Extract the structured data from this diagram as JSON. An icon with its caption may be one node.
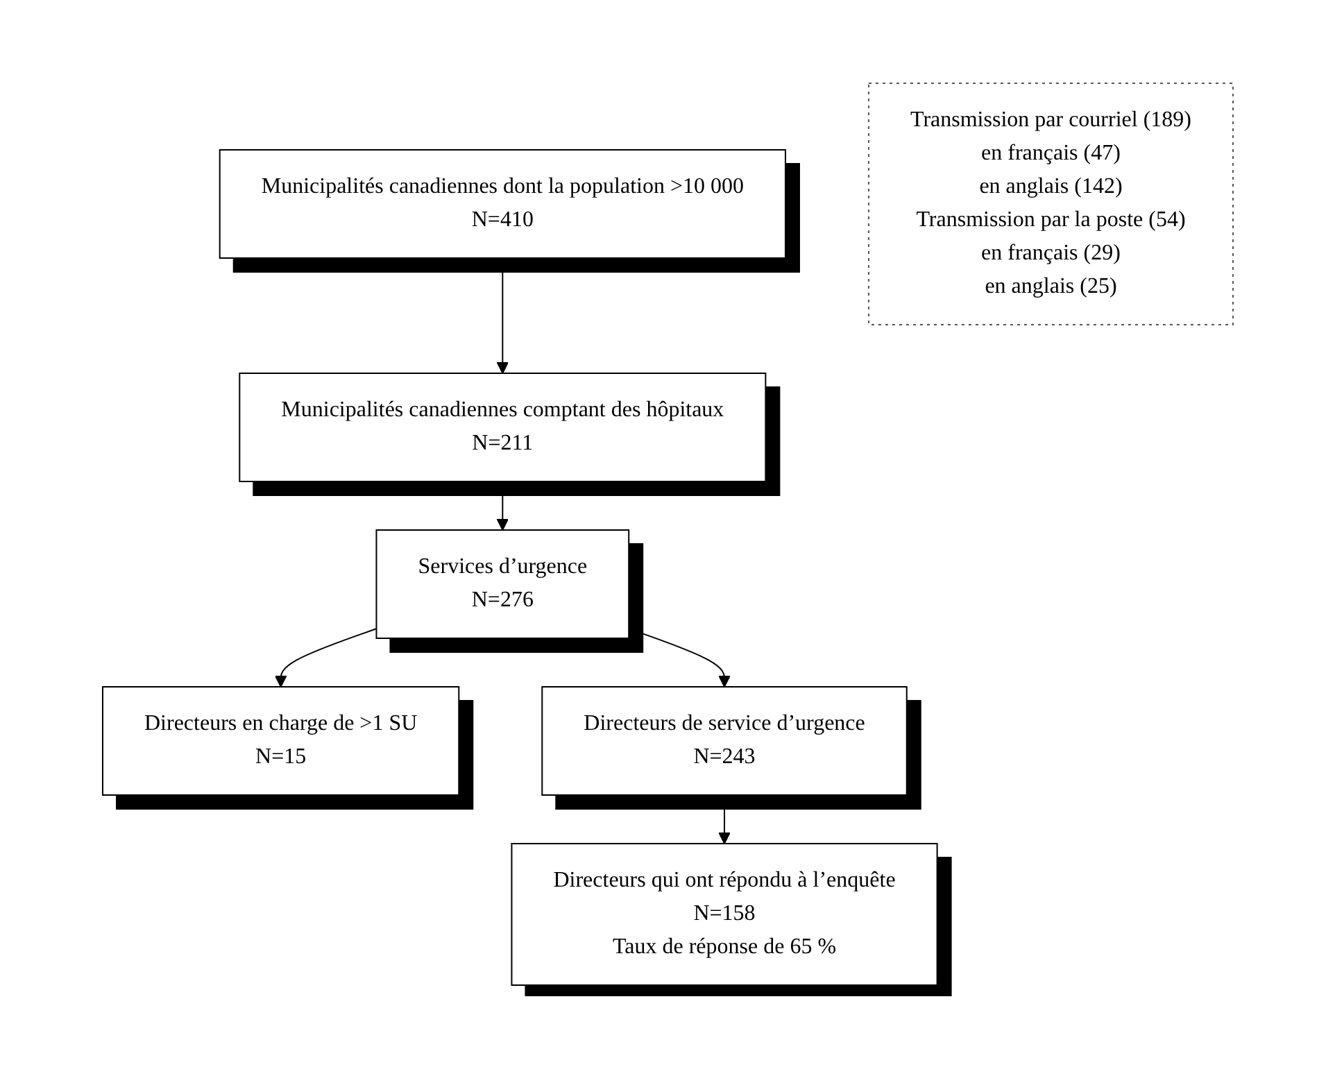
{
  "diagram": {
    "nodes": [
      {
        "text": [
          "Municipalités canadiennes dont la population >10 000",
          "N=410"
        ]
      },
      {
        "text": [
          "Municipalités canadiennes comptant des hôpitaux",
          "N=211"
        ]
      },
      {
        "text": [
          "Services d’urgence",
          "N=276"
        ]
      },
      {
        "text": [
          "Directeurs en charge de >1 SU",
          "N=15"
        ]
      },
      {
        "text": [
          "Directeurs de service d’urgence",
          "N=243"
        ]
      },
      {
        "text": [
          "Directeurs qui ont répondu à l’enquête",
          "N=158",
          "Taux de réponse de 65 %"
        ]
      },
      {
        "text": [
          "Transmission par courriel (189)",
          "en français (47)",
          "en anglais (142)",
          "Transmission par la poste (54)",
          "en français (29)",
          "en anglais (25)"
        ]
      }
    ],
    "edges": [
      {
        "from": 0,
        "to": 1,
        "arrow": "to"
      },
      {
        "from": 1,
        "to": 2,
        "arrow": "to"
      },
      {
        "from": 2,
        "to": 4,
        "arrow": "to"
      },
      {
        "from": 2,
        "to": 3,
        "arrow": "to"
      },
      {
        "from": 4,
        "to": 5,
        "arrow": "to"
      }
    ]
  }
}
